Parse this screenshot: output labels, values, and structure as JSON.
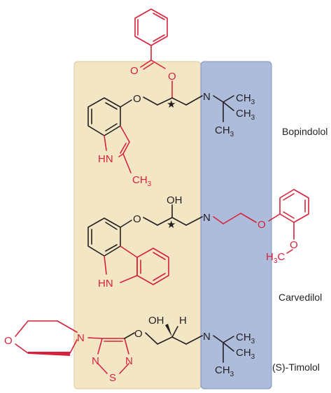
{
  "colors": {
    "region_left": "#f3e6c4",
    "region_right": "#aebcdb",
    "core": "#231f20",
    "variable": "#d6223a"
  },
  "compounds": [
    {
      "name": "Bopindolol"
    },
    {
      "name": "Carvedilol"
    },
    {
      "name": "(S)-Timolol"
    }
  ],
  "atoms": {
    "O": "O",
    "N": "N",
    "S": "S",
    "OH": "OH",
    "H": "H",
    "HN": "HN",
    "C": "C",
    "CH": "CH",
    "H3C": "H",
    "C_after_H3": "C",
    "three": "3",
    "stereocenter": "★"
  }
}
